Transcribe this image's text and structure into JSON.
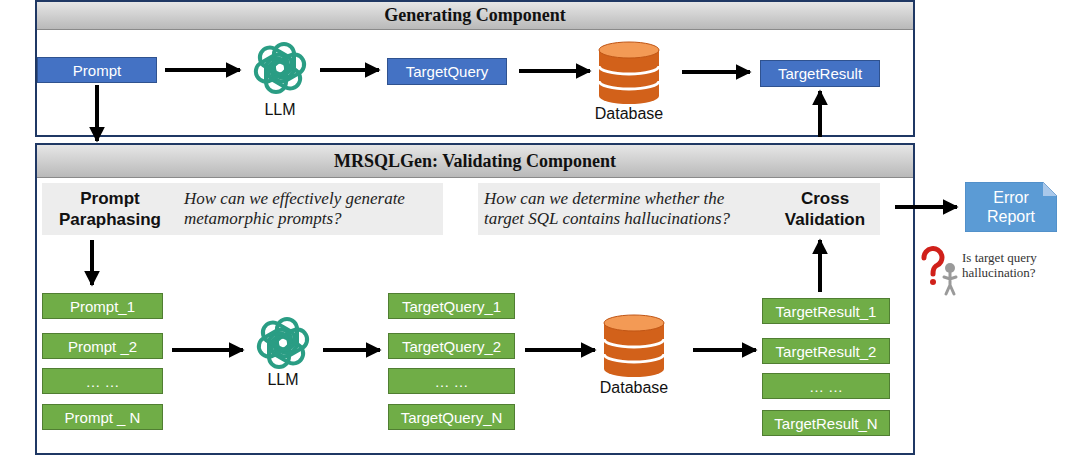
{
  "diagram": {
    "nodes": [
      {
        "text": [
          "Generating Component"
        ]
      },
      {
        "text": [
          "Prompt"
        ],
        "in": 0
      },
      {
        "text": [
          "LLM"
        ],
        "in": 0
      },
      {
        "text": [
          "TargetQuery"
        ],
        "in": 0
      },
      {
        "text": [
          "Database"
        ],
        "in": 0
      },
      {
        "text": [
          "TargetResult"
        ],
        "in": 0
      },
      {
        "text": [
          "MRSQLGen: Validating Component"
        ]
      },
      {
        "text": [
          "Prompt Paraphasing",
          "How can we effectively generate metamorphic prompts?"
        ],
        "in": 6
      },
      {
        "text": [
          "How can we determine whether the target SQL contains hallucinations?",
          "Cross Validation"
        ],
        "in": 6
      },
      {
        "text": [
          "Prompt_1"
        ],
        "in": 6
      },
      {
        "text": [
          "Prompt _2"
        ],
        "in": 6
      },
      {
        "text": [
          "… …"
        ],
        "in": 6
      },
      {
        "text": [
          "Prompt _ N"
        ],
        "in": 6
      },
      {
        "text": [
          "LLM"
        ],
        "in": 6
      },
      {
        "text": [
          "TargetQuery_1"
        ],
        "in": 6
      },
      {
        "text": [
          "TargetQuery_2"
        ],
        "in": 6
      },
      {
        "text": [
          "… …"
        ],
        "in": 6
      },
      {
        "text": [
          "TargetQuery_N"
        ],
        "in": 6
      },
      {
        "text": [
          "Database"
        ],
        "in": 6
      },
      {
        "text": [
          "TargetResult_1"
        ],
        "in": 6
      },
      {
        "text": [
          "TargetResult_2"
        ],
        "in": 6
      },
      {
        "text": [
          "… …"
        ],
        "in": 6
      },
      {
        "text": [
          "TargetResult_N"
        ],
        "in": 6
      },
      {
        "text": [
          "Error Report"
        ]
      }
    ],
    "edges": [
      {
        "from": 1,
        "to": 2,
        "arrow": "to"
      },
      {
        "from": 2,
        "to": 3,
        "arrow": "to"
      },
      {
        "from": 3,
        "to": 4,
        "arrow": "to"
      },
      {
        "from": 4,
        "to": 5,
        "arrow": "to"
      },
      {
        "from": 1,
        "to": 6,
        "arrow": "to"
      },
      {
        "from": 6,
        "to": 5,
        "arrow": "to"
      },
      {
        "from": 7,
        "to": 9,
        "arrow": "to"
      },
      {
        "from": 10,
        "to": 13,
        "arrow": "to"
      },
      {
        "from": 13,
        "to": 15,
        "arrow": "to"
      },
      {
        "from": 15,
        "to": 18,
        "arrow": "to"
      },
      {
        "from": 18,
        "to": 20,
        "arrow": "to"
      },
      {
        "from": 19,
        "to": 8,
        "arrow": "to"
      },
      {
        "from": 8,
        "to": 23,
        "arrow": "to"
      }
    ],
    "labels": [
      "Is target query hallucination?"
    ]
  }
}
